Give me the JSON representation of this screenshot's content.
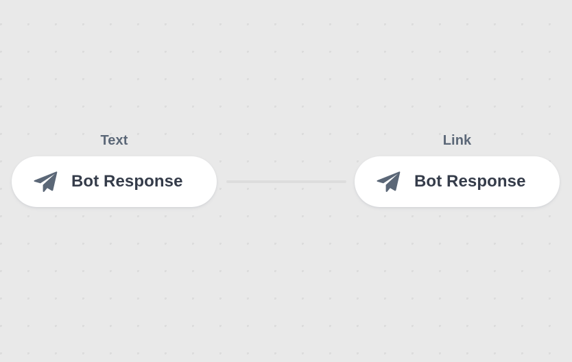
{
  "canvas": {
    "background_color": "#e9e9e9",
    "dot_color": "#dcdcdc",
    "grid_spacing": 40
  },
  "edge": {
    "color": "#dddddd",
    "name": "connector-edge"
  },
  "nodes": [
    {
      "label": "Text",
      "title": "Bot Response",
      "icon": "paper-plane-icon",
      "icon_color": "#5b6777",
      "title_color": "#353c4a",
      "label_color": "#5b6777",
      "background": "#ffffff"
    },
    {
      "label": "Link",
      "title": "Bot Response",
      "icon": "paper-plane-icon",
      "icon_color": "#5b6777",
      "title_color": "#353c4a",
      "label_color": "#5b6777",
      "background": "#ffffff"
    }
  ]
}
